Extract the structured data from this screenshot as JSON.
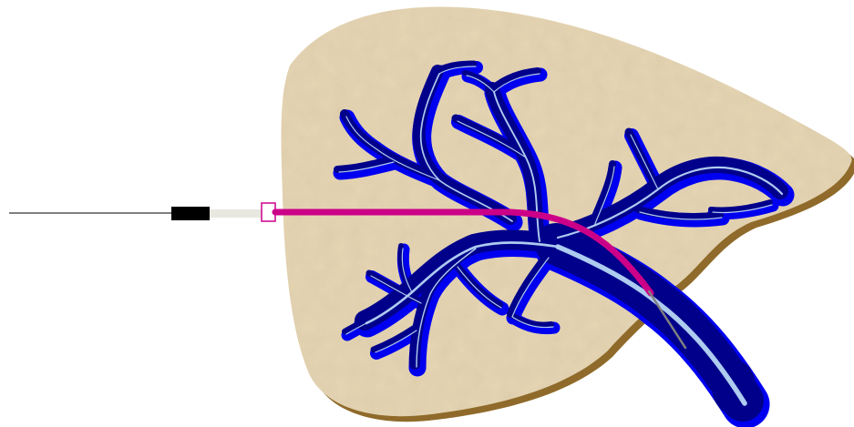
{
  "diagram": {
    "colors": {
      "background": "#ffffff",
      "organ_fill": "#e6d6b4",
      "organ_shadow": "#8f6a2a",
      "vessel_dark": "#00008b",
      "vessel_bright": "#0000f0",
      "vessel_highlight": "#aecbf0",
      "catheter": "#cc0088",
      "catheter_port": "#cc0088",
      "wire": "#808080",
      "handle": "#000000",
      "sheath": "#e8e8e0"
    },
    "components": {
      "organ": "liver-outline",
      "vessels": "branching-duct-tree",
      "device": "drainage-catheter"
    }
  }
}
